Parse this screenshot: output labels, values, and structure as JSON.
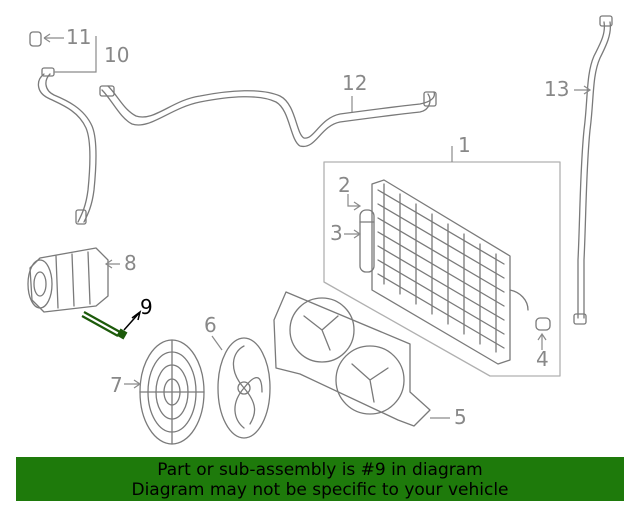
{
  "diagram": {
    "callouts": [
      {
        "id": "c1",
        "label": "1"
      },
      {
        "id": "c2",
        "label": "2"
      },
      {
        "id": "c3",
        "label": "3"
      },
      {
        "id": "c4",
        "label": "4"
      },
      {
        "id": "c5",
        "label": "5"
      },
      {
        "id": "c6",
        "label": "6"
      },
      {
        "id": "c7",
        "label": "7"
      },
      {
        "id": "c8",
        "label": "8"
      },
      {
        "id": "c9",
        "label": "9"
      },
      {
        "id": "c10",
        "label": "10"
      },
      {
        "id": "c11",
        "label": "11"
      },
      {
        "id": "c12",
        "label": "12"
      },
      {
        "id": "c13",
        "label": "13"
      }
    ],
    "highlighted_part": "9",
    "colors": {
      "highlight": "#1c5a0a",
      "banner": "#1e7a0b",
      "line": "#7a7a7a"
    }
  },
  "banner": {
    "line1": "Part or sub-assembly is #9 in diagram",
    "line2": "Diagram may not be specific to your vehicle"
  }
}
